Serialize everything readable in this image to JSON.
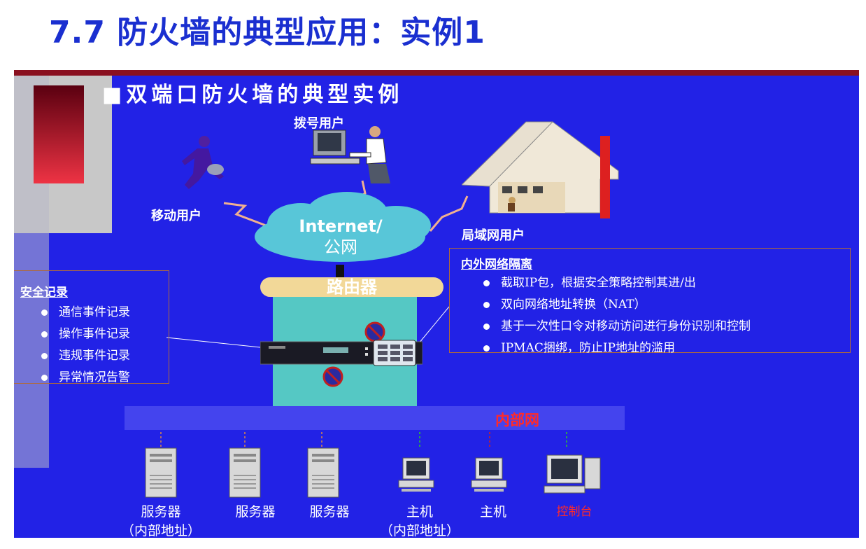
{
  "title": "7.7 防火墙的典型应用：实例1",
  "section_title": "■双端口防火墙的典型实例",
  "nodes": {
    "dial_user": "拨号用户",
    "mobile_user": "移动用户",
    "lan_user": "局域网用户",
    "internet_line1": "Internet/",
    "internet_line2": "公网",
    "router": "路由器",
    "internal_net": "内部网"
  },
  "security_log": {
    "title": "安全记录",
    "items": [
      "通信事件记录",
      "操作事件记录",
      "违规事件记录",
      "异常情况告警"
    ]
  },
  "isolation": {
    "title": "内外网络隔离",
    "items": [
      "截取IP包，根据安全策略控制其进/出",
      "双向网络地址转换（NAT）",
      "基于一次性口令对移动访问进行身份识别和控制",
      "IPMAC捆绑，防止IP地址的滥用"
    ]
  },
  "bottom": {
    "server1": "服务器",
    "server1_sub": "（内部地址）",
    "server2": "服务器",
    "server3": "服务器",
    "host1": "主机",
    "host1_sub": "（内部地址）",
    "host2": "主机",
    "console": "控制台"
  },
  "colors": {
    "title": "#1a2fd0",
    "panel": "#2222e6",
    "rule": "#8a1020",
    "console_label": "#ff2a2a"
  }
}
